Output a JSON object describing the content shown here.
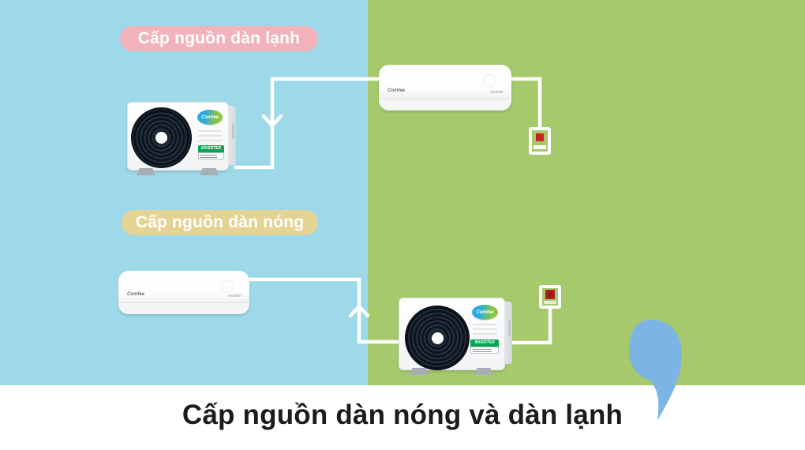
{
  "labels": {
    "badge_cold": "Cấp nguồn dàn lạnh",
    "badge_hot": "Cấp nguồn dàn nóng",
    "caption": "Cấp nguồn dàn nóng và dàn lạnh"
  },
  "brand": {
    "logo": "Comfee",
    "inverter_text": "inverter",
    "inverter_badge": "INVERTER"
  },
  "colors": {
    "bg_left": "#9dd9e9",
    "bg_right": "#a5c96b",
    "strip": "#ffffff",
    "badge_cold": "#f2b2bc",
    "badge_hot": "#e5d393",
    "badge_text": "#ffffff",
    "wire": "#ffffff",
    "outlet_red": "#cf2128",
    "drop": "#7cb4e4",
    "caption_text": "#1c1c1c",
    "logo_blue": "#2aa9e0",
    "logo_green": "#8dc63f",
    "inverter_green": "#00a651"
  }
}
